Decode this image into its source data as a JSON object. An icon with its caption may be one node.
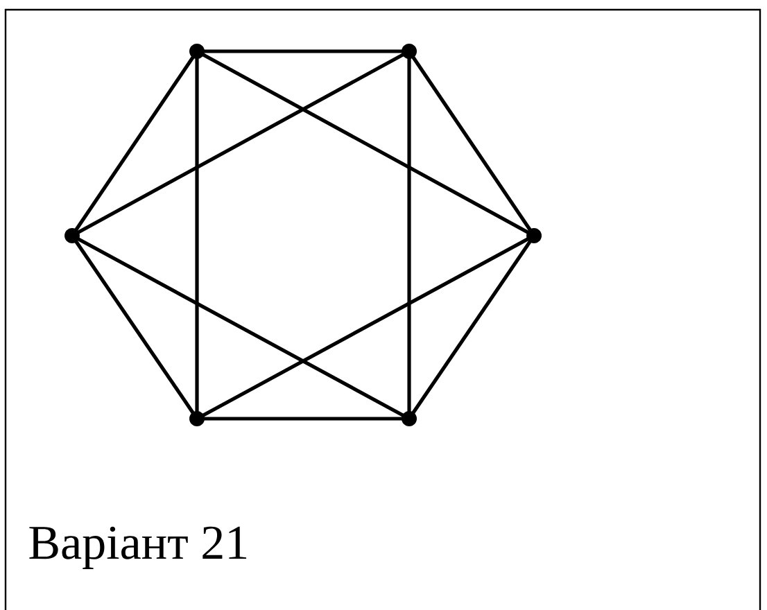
{
  "diagram": {
    "nodes": [
      {
        "text": [],
        "shape": "circle"
      },
      {
        "text": [],
        "shape": "circle"
      },
      {
        "text": [],
        "shape": "circle"
      },
      {
        "text": [],
        "shape": "circle"
      },
      {
        "text": [],
        "shape": "circle"
      },
      {
        "text": [],
        "shape": "circle"
      }
    ],
    "edges": [
      {
        "from": 0,
        "to": 1,
        "arrow": "none"
      },
      {
        "from": 0,
        "to": 4,
        "arrow": "none"
      },
      {
        "from": 1,
        "to": 5,
        "arrow": "none"
      },
      {
        "from": 4,
        "to": 5,
        "arrow": "none"
      },
      {
        "from": 0,
        "to": 2,
        "arrow": "none"
      },
      {
        "from": 1,
        "to": 3,
        "arrow": "none"
      },
      {
        "from": 3,
        "to": 5,
        "arrow": "none"
      },
      {
        "from": 2,
        "to": 4,
        "arrow": "none"
      },
      {
        "from": 0,
        "to": 3,
        "arrow": "none"
      },
      {
        "from": 1,
        "to": 2,
        "arrow": "none"
      },
      {
        "from": 2,
        "to": 5,
        "arrow": "none"
      },
      {
        "from": 3,
        "to": 4,
        "arrow": "none"
      }
    ],
    "labels": [
      "Варіант 21"
    ]
  }
}
